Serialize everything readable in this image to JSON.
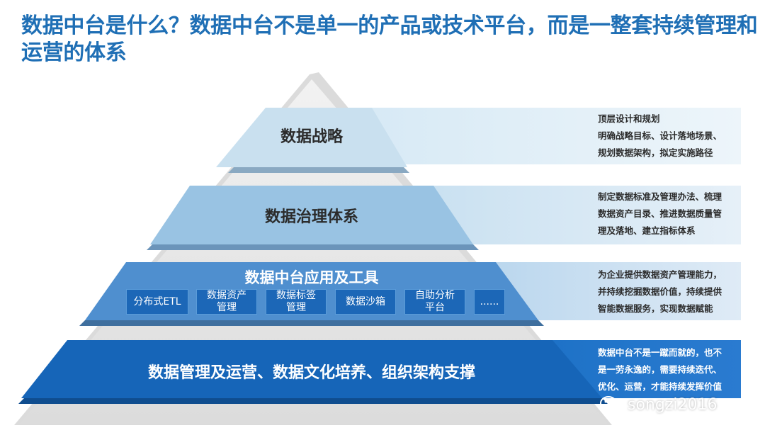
{
  "title": "数据中台是什么？数据中台不是单一的产品或技术平台，而是一整套持续管理和运营的体系",
  "layers": [
    {
      "label": "数据战略",
      "description": [
        "顶层设计和规划",
        "明确战略目标、设计落地场景、",
        "规划数据架构，拟定实施路径"
      ]
    },
    {
      "label": "数据治理体系",
      "description": [
        "制定数据标准及管理办法、梳理",
        "数据资产目录、推进数据质量管",
        "理及落地、建立指标体系"
      ]
    },
    {
      "label": "数据中台应用及工具",
      "tools": [
        "分布式ETL",
        "数据资产\n管理",
        "数据标签\n管理",
        "数据沙箱",
        "自助分析\n平台",
        "......"
      ],
      "description": [
        "为企业提供数据资产管理能力，",
        "并持续挖掘数据价值，持续提供",
        "智能数据服务，实现数据赋能"
      ]
    },
    {
      "label": "数据管理及运营、数据文化培养、组织架构支撑",
      "description": [
        "数据中台不是一蹴而就的，也不",
        "是一劳永逸的，需要持续迭代、",
        "优化、运营，才能持续发挥价值"
      ]
    }
  ],
  "watermark": "songzi2016",
  "colors": {
    "title": "#1f6fb5",
    "layer1": "#c9e0ef",
    "layer2": "#99c3e3",
    "layer3": "#4f8fcf",
    "layer4": "#1665b8",
    "tool": "#1c67b7"
  }
}
